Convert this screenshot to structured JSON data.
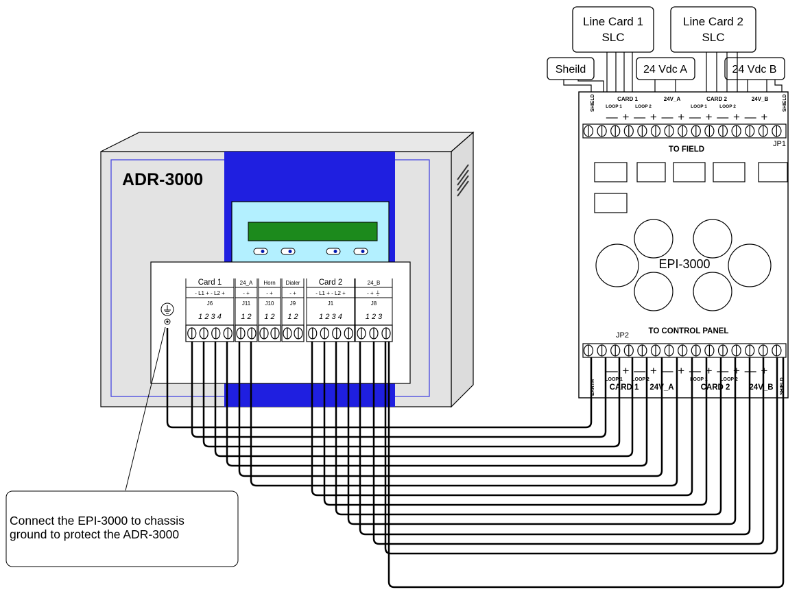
{
  "line_card_1": {
    "line1": "Line Card 1",
    "line2": "SLC"
  },
  "line_card_2": {
    "line1": "Line Card 2",
    "line2": "SLC"
  },
  "sheild_box": "Sheild",
  "vdc_a_box": "24 Vdc A",
  "vdc_b_box": "24 Vdc B",
  "adr": {
    "title": "ADR-3000",
    "terminal_groups": [
      {
        "title": "Card 1",
        "sub": "- L1 +  - L2 +",
        "jumper": "J6",
        "nums": "1  2  3  4"
      },
      {
        "title": "24_A",
        "sub": "-   +",
        "jumper": "J11",
        "nums": "1  2"
      },
      {
        "title": "Horn",
        "sub": "-   +",
        "jumper": "J10",
        "nums": "1  2"
      },
      {
        "title": "Dialer",
        "sub": "-   +",
        "jumper": "J9",
        "nums": "1  2"
      },
      {
        "title": "Card 2",
        "sub": "- L1 +  - L2 +",
        "jumper": "J1",
        "nums": "1  2  3  4"
      },
      {
        "title": "24_B",
        "sub": "-   +   ⏚",
        "jumper": "J8",
        "nums": "1  2  3"
      }
    ]
  },
  "epi": {
    "name": "EPI-3000",
    "to_field": "TO FIELD",
    "jp1": "JP1",
    "jp2": "JP2",
    "to_control_panel": "TO CONTROL PANEL",
    "top_shield_left": "SHIELD",
    "top_shield_right": "SHIELD",
    "top_card1": "CARD 1",
    "top_24va": "24V_A",
    "top_card2": "CARD 2",
    "top_24vb": "24V_B",
    "top_loop1_a": "LOOP 1",
    "top_loop2_a": "LOOP 2",
    "top_loop1_b": "LOOP 1",
    "top_loop2_b": "LOOP 2",
    "bottom_earth": "EARTH",
    "bottom_shield": "SHIELD",
    "bottom_loop1_a": "LOOP 1",
    "bottom_loop2_a": "LOOP 2",
    "bottom_loop1_b": "LOOP 1",
    "bottom_loop2_b": "LOOP 2",
    "bottom_card1": "CARD 1",
    "bottom_24va": "24V_A",
    "bottom_card2": "CARD 2",
    "bottom_24vb": "24V_B",
    "polarity": "— + — + — + — + — + — +"
  },
  "note": {
    "line1": "Connect the EPI-3000 to chassis",
    "line2": "ground to protect the ADR-3000"
  },
  "colors": {
    "blue_panel": "#1f1fe0",
    "lcd_teal": "#b3f0ff",
    "lcd_screen": "#1c8a1c",
    "cabinet": "#e3e3e3"
  },
  "icons": [
    "ground-symbol-icon",
    "screw-terminal-icon",
    "vent-slot-icon"
  ]
}
